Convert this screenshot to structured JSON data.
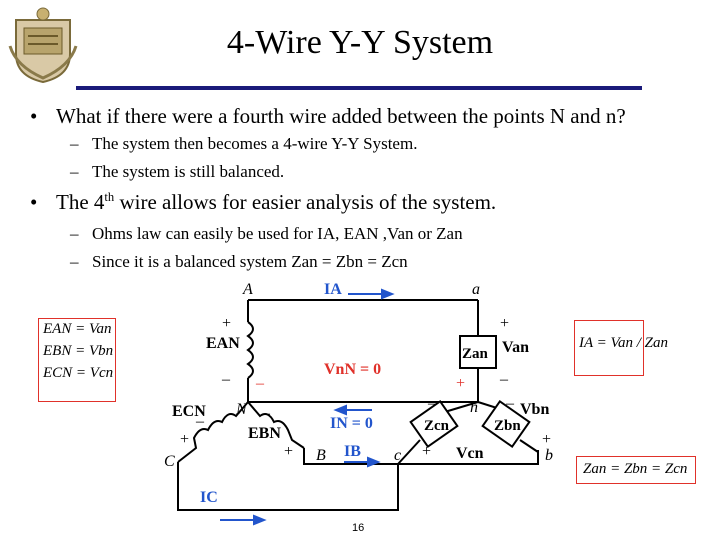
{
  "title": "4-Wire Y-Y System",
  "bullets": [
    {
      "symbol": "•",
      "text": "What if there were a fourth wire added between the points N and n?",
      "subs": [
        "The system then becomes a 4-wire Y-Y System.",
        "The system is still balanced."
      ]
    },
    {
      "symbol": "•",
      "text_pre": "The 4",
      "text_sup": "th",
      "text_post": " wire allows for easier analysis of the system.",
      "subs": [
        "Ohms law can easily be used for IA, EAN ,Van or Zan",
        "Since it is a balanced system Zan = Zbn = Zcn"
      ]
    }
  ],
  "sub_symbol": "–",
  "left_box": [
    "EAN = Van",
    "EBN = Vbn",
    "ECN = Vcn"
  ],
  "right_box_top": "IA = Van / Zan",
  "right_box_bottom": "Zan = Zbn = Zcn",
  "circuit": {
    "node_A": "A",
    "node_a": "a",
    "node_N": "N",
    "node_n": "n",
    "node_B": "B",
    "node_b": "b",
    "node_C": "C",
    "node_c": "c",
    "I_A": "IA",
    "I_B": "IB",
    "I_C": "IC",
    "E_AN": "EAN",
    "E_BN": "EBN",
    "E_CN": "ECN",
    "Z_an": "Zan",
    "Z_bn": "Zbn",
    "Z_cn": "Zcn",
    "V_an": "Van",
    "V_bn": "Vbn",
    "V_cn": "Vcn",
    "V_nN": "VnN = 0",
    "I_N": "IN = 0",
    "plus": "+",
    "minus": "–"
  },
  "page_number": "16",
  "colors": {
    "title_rule": "#1a1a7a",
    "red": "#e0312a",
    "blue": "#2255cc",
    "wire": "#000000"
  }
}
